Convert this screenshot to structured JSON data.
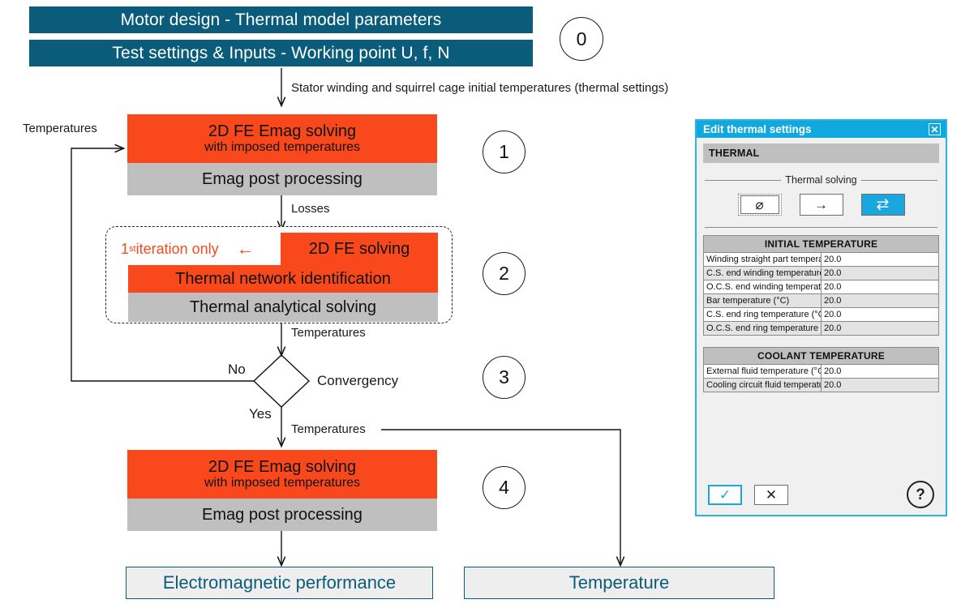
{
  "flow": {
    "top_bars": [
      "Motor design - Thermal model parameters",
      "Test settings & Inputs - Working point U, f, N"
    ],
    "step_markers": [
      "0",
      "1",
      "2",
      "3",
      "4"
    ],
    "labels": {
      "initial_temps": "Stator winding and squirrel cage initial temperatures (thermal settings)",
      "temperatures_feedback": "Temperatures",
      "losses": "Losses",
      "temperatures_from_step2": "Temperatures",
      "temperatures_from_yes": "Temperatures",
      "decision_no": "No",
      "decision_yes": "Yes",
      "decision": "Convergency"
    },
    "step1": {
      "primary_line1": "2D FE Emag solving",
      "primary_line2": "with imposed temperatures",
      "secondary": "Emag post processing"
    },
    "step2": {
      "note": "1",
      "note_sup": "st",
      "note_rest": " iteration only",
      "note_arrow": "←",
      "primary": "2D FE solving",
      "middle": "Thermal network identification",
      "secondary": "Thermal analytical solving"
    },
    "step4": {
      "primary_line1": "2D FE Emag solving",
      "primary_line2": "with imposed temperatures",
      "secondary": "Emag post processing"
    },
    "results": [
      "Electromagnetic performance",
      "Temperature"
    ],
    "colors": {
      "navy": "#0b5c7a",
      "orange": "#f8481c",
      "gray": "#bfbfbf",
      "dialog_blue": "#0fa9e0"
    }
  },
  "dialog": {
    "title": "Edit thermal settings",
    "close_icon": "☒",
    "section_header": "THERMAL",
    "fieldset_label": "Thermal solving",
    "toggles": [
      {
        "name": "no-thermal",
        "glyph": "⌀",
        "selected": false
      },
      {
        "name": "one-way-coupling",
        "glyph": "→",
        "selected": false
      },
      {
        "name": "two-way-coupling",
        "glyph": "⇄",
        "selected": true
      }
    ],
    "tables": [
      {
        "header": "INITIAL TEMPERATURE",
        "rows": [
          {
            "label": "Winding straight part temperature (°C)",
            "value": "20.0"
          },
          {
            "label": "C.S. end winding temperature (°C)",
            "value": "20.0"
          },
          {
            "label": "O.C.S. end winding temperature (°C)",
            "value": "20.0"
          },
          {
            "label": "Bar temperature (°C)",
            "value": "20.0"
          },
          {
            "label": "C.S. end ring temperature (°C)",
            "value": "20.0"
          },
          {
            "label": "O.C.S. end ring temperature (°C)",
            "value": "20.0"
          }
        ]
      },
      {
        "header": "COOLANT TEMPERATURE",
        "rows": [
          {
            "label": "External fluid temperature (°C)",
            "value": "20.0"
          },
          {
            "label": "Cooling circuit fluid temperature (°C)",
            "value": "20.0"
          }
        ]
      }
    ],
    "footer": {
      "ok": "✓",
      "cancel": "✕",
      "help": "?"
    }
  }
}
